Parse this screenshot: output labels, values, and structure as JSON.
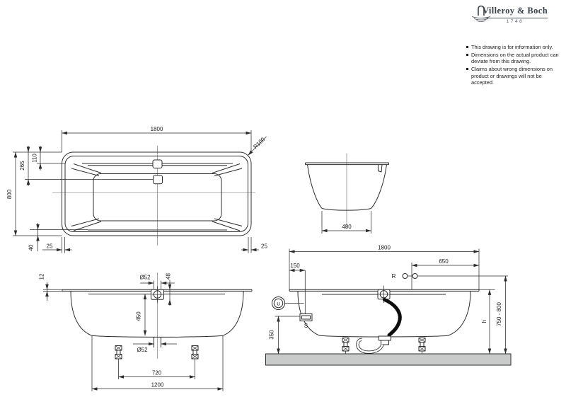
{
  "brand": {
    "name": "Villeroy & Boch",
    "year": "1748"
  },
  "notes": {
    "items": [
      "This drawing is for information only.",
      "Dimensions on the actual product can deviate from this drawing.",
      "Claims about wrong dimensions on product or drawings will not be accepted."
    ]
  },
  "plan_view": {
    "length": "1800",
    "width": "800",
    "corner_radius": "R100",
    "overflow_offset": "110",
    "jet_offset": "265",
    "rim_bottom": "40",
    "rim_left": "25",
    "rim_right": "25"
  },
  "end_view": {
    "base_width": "480"
  },
  "side_view": {
    "rim_thickness": "12",
    "overflow_dia": "Ø52",
    "overflow_depth": "48",
    "depth": "450",
    "drain_dia": "Ø52",
    "feet_spacing": "720",
    "base_length": "1200"
  },
  "install_view": {
    "length": "1800",
    "drain_offset": "650",
    "supply_offset": "150",
    "label_r": "R",
    "label_u": "u",
    "label_s": "S",
    "supply_height": "350",
    "height_label": "h",
    "height_range": "750 - 800"
  }
}
